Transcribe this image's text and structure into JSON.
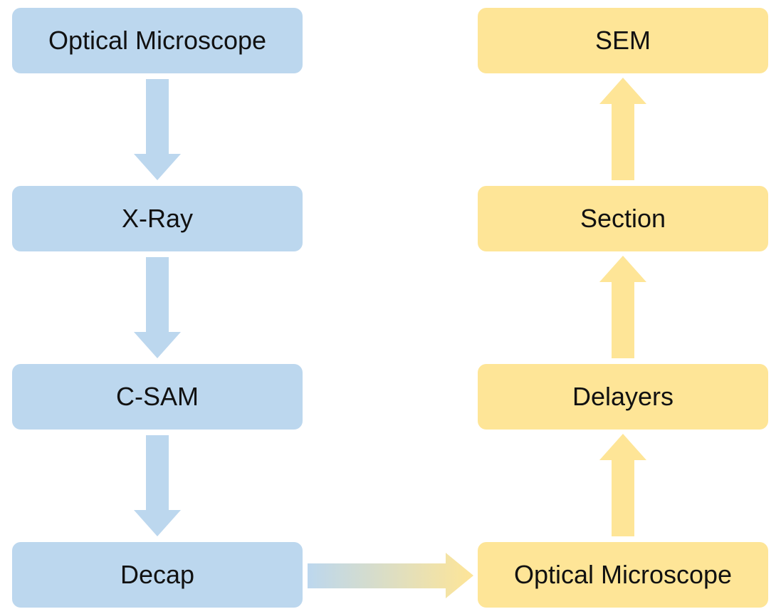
{
  "diagram": {
    "left_column": [
      "Optical Microscope",
      "X-Ray",
      "C-SAM",
      "Decap"
    ],
    "right_column": [
      "SEM",
      "Section",
      "Delayers",
      "Optical Microscope"
    ]
  },
  "colors": {
    "left_fill": "#bcd7ee",
    "right_fill": "#fee597",
    "left_arrow": "#bcd7ee",
    "right_arrow": "#fee597"
  }
}
